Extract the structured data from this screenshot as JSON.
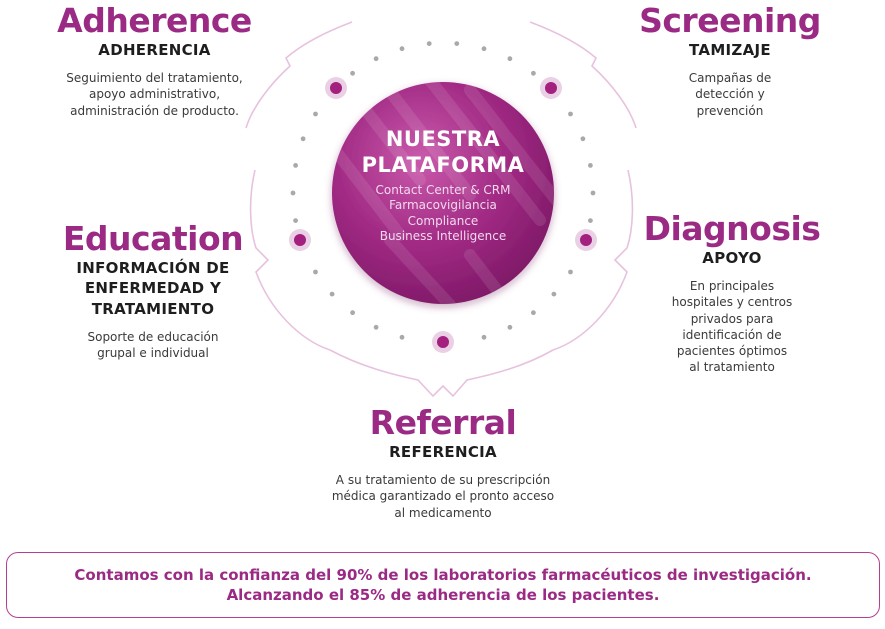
{
  "center": {
    "title_line1": "NUESTRA",
    "title_line2": "PLATAFORMA",
    "items": [
      "Contact Center & CRM",
      "Farmacovigilancia",
      "Compliance",
      "Business Intelligence"
    ]
  },
  "adherence": {
    "title": "Adherence",
    "subtitle": "ADHERENCIA",
    "desc": [
      "Seguimiento del  tratamiento,",
      "apoyo administrativo,",
      "administración de producto."
    ]
  },
  "screening": {
    "title": "Screening",
    "subtitle": "TAMIZAJE",
    "desc": [
      "Campañas de",
      "detección y",
      "prevención"
    ]
  },
  "education": {
    "title": "Education",
    "subtitle": [
      "INFORMACIÓN DE",
      "ENFERMEDAD Y",
      "TRATAMIENTO"
    ],
    "desc": [
      "Soporte de educación",
      "grupal e individual"
    ]
  },
  "diagnosis": {
    "title": "Diagnosis",
    "subtitle": "APOYO",
    "desc": [
      "En principales",
      "hospitales y centros",
      "privados para",
      "identificación de",
      "pacientes óptimos",
      "al tratamiento"
    ]
  },
  "referral": {
    "title": "Referral",
    "subtitle": "REFERENCIA",
    "desc": [
      "A su tratamiento de su prescripción",
      "médica garantizado el pronto acceso",
      "al medicamento"
    ]
  },
  "footer": {
    "line1": "Contamos con la confianza del 90% de los laboratorios farmacéuticos de investigación.",
    "line2": "Alcanzando el 85% de adherencia de los pacientes."
  },
  "colors": {
    "accent": "#9b2a85",
    "ring": "#e7c2de",
    "dot": "#a9a9a9",
    "node": "#a3207f"
  }
}
